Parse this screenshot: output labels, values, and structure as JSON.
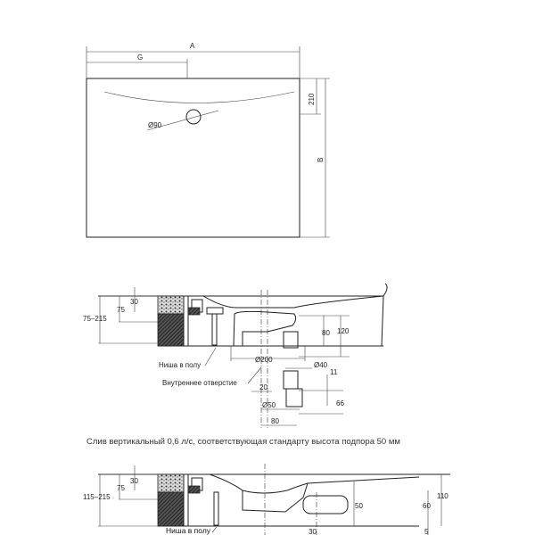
{
  "plan": {
    "dim_a": "A",
    "dim_g": "G",
    "dim_b": "B",
    "dim_210": "210",
    "drain_diameter": "Ø90"
  },
  "section_vertical": {
    "dim_75_215": "75–215",
    "dim_75": "75",
    "dim_30": "30",
    "dim_80": "80",
    "dim_120": "120",
    "dim_d200": "Ø200",
    "dim_d40": "Ø40",
    "dim_11": "11",
    "dim_66": "66",
    "dim_20": "20",
    "dim_d50": "Ø50",
    "dim_80b": "80",
    "label_niche": "Ниша в полу",
    "label_inner_hole": "Внутреннее отверстие"
  },
  "caption": "Слив вертикальный 0,6 л/с, соответствующая стандарту высота подпора 50 мм",
  "section_horizontal": {
    "dim_115_215": "115–215",
    "dim_75": "75",
    "dim_30": "30",
    "dim_50": "50",
    "dim_60": "60",
    "dim_110": "110",
    "dim_5": "5",
    "dim_30b": "30",
    "label_niche": "Ниша в полу"
  }
}
